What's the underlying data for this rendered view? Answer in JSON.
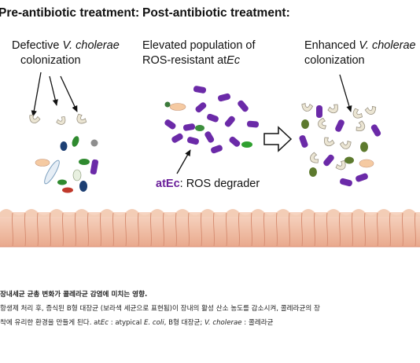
{
  "headers": {
    "pre": "Pre-antibiotic treatment:",
    "post": "Post-antibiotic treatment:"
  },
  "labels": {
    "defective_line1_a": "Defective ",
    "defective_line1_b": "V. cholerae",
    "defective_line2": "colonization",
    "elevated_line1": "Elevated population of",
    "elevated_line2_a": "ROS-resistant at",
    "elevated_line2_b": "Ec",
    "enhanced_line1_a": "Enhanced ",
    "enhanced_line1_b": "V. cholerae",
    "enhanced_line2": "colonization",
    "atec_term": "atEc",
    "atec_desc": ": ROS degrader"
  },
  "caption": {
    "line1": "장내세균 균총 변화가 콜레라균 감염에 미치는 영향.",
    "line2": "항생제 처리 후, 증식된 B형 대장균 (보라색 세균으로 표현됨)이 장내의 활성 산소 농도를 감소시켜, 콜레라균의 장",
    "line3a": "착에 유리한 환경을 만들게 된다. at",
    "line3b": "Ec",
    "line3c": " : atypical ",
    "line3d": "E. coli",
    "line3e": ", B형 대장균; ",
    "line3f": "V. cholerae",
    "line3g": " : 콜레라균"
  },
  "colors": {
    "purple": "#6b2aa8",
    "cholerae": "#e8e0cc",
    "peach": "#f5caa2",
    "green": "#2f8a2f",
    "olive": "#5d7a2e",
    "navy": "#1d3f73",
    "epithelium": "#f0c3a8",
    "epithelium_line": "#d88f74",
    "accent_text": "#6a1f9a"
  }
}
